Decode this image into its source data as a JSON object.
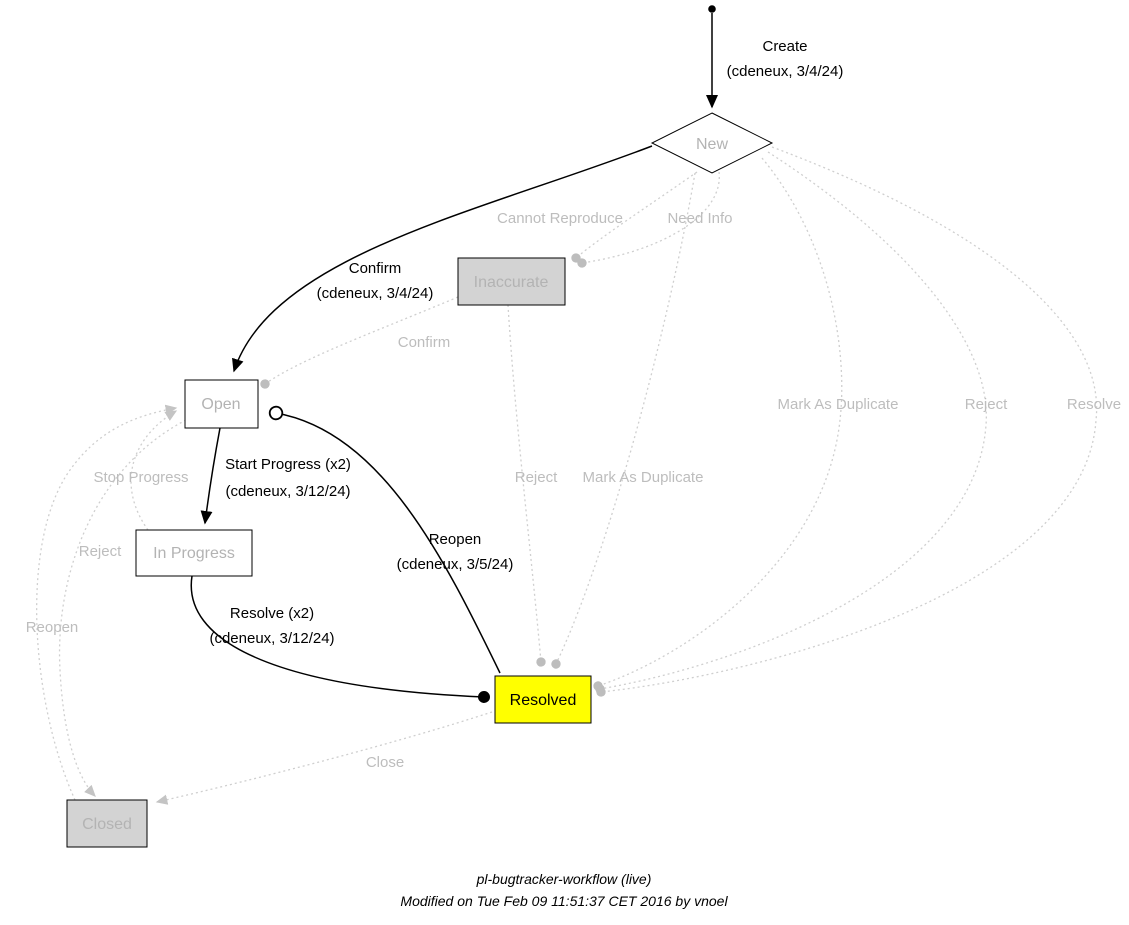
{
  "diagram": {
    "nodes": {
      "new": {
        "label": "New"
      },
      "inaccurate": {
        "label": "Inaccurate"
      },
      "open": {
        "label": "Open"
      },
      "in_progress": {
        "label": "In Progress"
      },
      "resolved": {
        "label": "Resolved"
      },
      "closed": {
        "label": "Closed"
      }
    },
    "edges": {
      "create": {
        "label": "Create",
        "meta": "(cdeneux, 3/4/24)"
      },
      "confirm_active": {
        "label": "Confirm",
        "meta": "(cdeneux, 3/4/24)"
      },
      "start_progress": {
        "label": "Start Progress (x2)",
        "meta": "(cdeneux, 3/12/24)"
      },
      "resolve_active": {
        "label": "Resolve (x2)",
        "meta": "(cdeneux, 3/12/24)"
      },
      "reopen_active": {
        "label": "Reopen",
        "meta": "(cdeneux, 3/5/24)"
      },
      "cannot_reproduce": {
        "label": "Cannot Reproduce"
      },
      "need_info": {
        "label": "Need Info"
      },
      "confirm_inactive": {
        "label": "Confirm"
      },
      "mark_as_duplicate_right": {
        "label": "Mark As Duplicate"
      },
      "reject_right": {
        "label": "Reject"
      },
      "resolve_right": {
        "label": "Resolve"
      },
      "stop_progress": {
        "label": "Stop Progress"
      },
      "reject_mid": {
        "label": "Reject"
      },
      "mark_as_duplicate_mid": {
        "label": "Mark As Duplicate"
      },
      "reject_left": {
        "label": "Reject"
      },
      "reopen_left": {
        "label": "Reopen"
      },
      "close": {
        "label": "Close"
      }
    },
    "colors": {
      "highlight": "#ffff00",
      "state_gray": "#d3d3d3",
      "node_white": "#ffffff"
    },
    "footer": {
      "line1": "pl-bugtracker-workflow (live)",
      "line2": "Modified on Tue Feb 09 11:51:37 CET 2016 by vnoel"
    }
  }
}
